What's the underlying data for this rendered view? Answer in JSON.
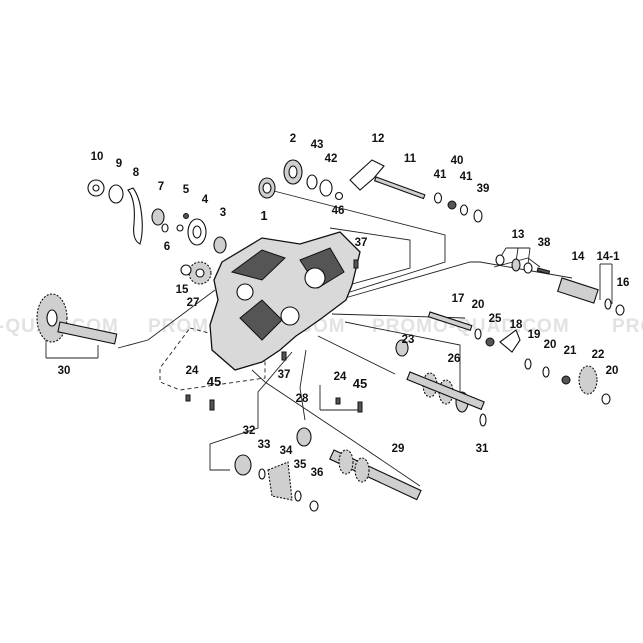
{
  "watermark": {
    "segments": [
      "-QUAD.COM",
      "PROMO",
      "QUAD.COM",
      "PROMO-QUAD.COM",
      "PRO"
    ]
  },
  "callouts": [
    {
      "id": "p2",
      "label": "2"
    },
    {
      "id": "p43",
      "label": "43"
    },
    {
      "id": "p12",
      "label": "12"
    },
    {
      "id": "p42",
      "label": "42"
    },
    {
      "id": "p11",
      "label": "11"
    },
    {
      "id": "p40",
      "label": "40"
    },
    {
      "id": "p41a",
      "label": "41"
    },
    {
      "id": "p41b",
      "label": "41"
    },
    {
      "id": "p39",
      "label": "39"
    },
    {
      "id": "p46",
      "label": "46"
    },
    {
      "id": "p1",
      "label": "1"
    },
    {
      "id": "p10",
      "label": "10"
    },
    {
      "id": "p9",
      "label": "9"
    },
    {
      "id": "p8",
      "label": "8"
    },
    {
      "id": "p7",
      "label": "7"
    },
    {
      "id": "p5",
      "label": "5"
    },
    {
      "id": "p4",
      "label": "4"
    },
    {
      "id": "p3",
      "label": "3"
    },
    {
      "id": "p6",
      "label": "6"
    },
    {
      "id": "p37a",
      "label": "37"
    },
    {
      "id": "p13",
      "label": "13"
    },
    {
      "id": "p38",
      "label": "38"
    },
    {
      "id": "p14",
      "label": "14"
    },
    {
      "id": "p14_1",
      "label": "14-1"
    },
    {
      "id": "p16",
      "label": "16"
    },
    {
      "id": "p15",
      "label": "15"
    },
    {
      "id": "p27",
      "label": "27"
    },
    {
      "id": "p17",
      "label": "17"
    },
    {
      "id": "p20a",
      "label": "20"
    },
    {
      "id": "p25",
      "label": "25"
    },
    {
      "id": "p18",
      "label": "18"
    },
    {
      "id": "p19",
      "label": "19"
    },
    {
      "id": "p20b",
      "label": "20"
    },
    {
      "id": "p21",
      "label": "21"
    },
    {
      "id": "p22",
      "label": "22"
    },
    {
      "id": "p20c",
      "label": "20"
    },
    {
      "id": "p23",
      "label": "23"
    },
    {
      "id": "p26",
      "label": "26"
    },
    {
      "id": "p30",
      "label": "30"
    },
    {
      "id": "p24a",
      "label": "24"
    },
    {
      "id": "p45a",
      "label": "45"
    },
    {
      "id": "p37b",
      "label": "37"
    },
    {
      "id": "p24b",
      "label": "24"
    },
    {
      "id": "p45b",
      "label": "45"
    },
    {
      "id": "p28",
      "label": "28"
    },
    {
      "id": "p31",
      "label": "31"
    },
    {
      "id": "p32",
      "label": "32"
    },
    {
      "id": "p33",
      "label": "33"
    },
    {
      "id": "p34",
      "label": "34"
    },
    {
      "id": "p35",
      "label": "35"
    },
    {
      "id": "p36",
      "label": "36"
    },
    {
      "id": "p29",
      "label": "29"
    }
  ]
}
